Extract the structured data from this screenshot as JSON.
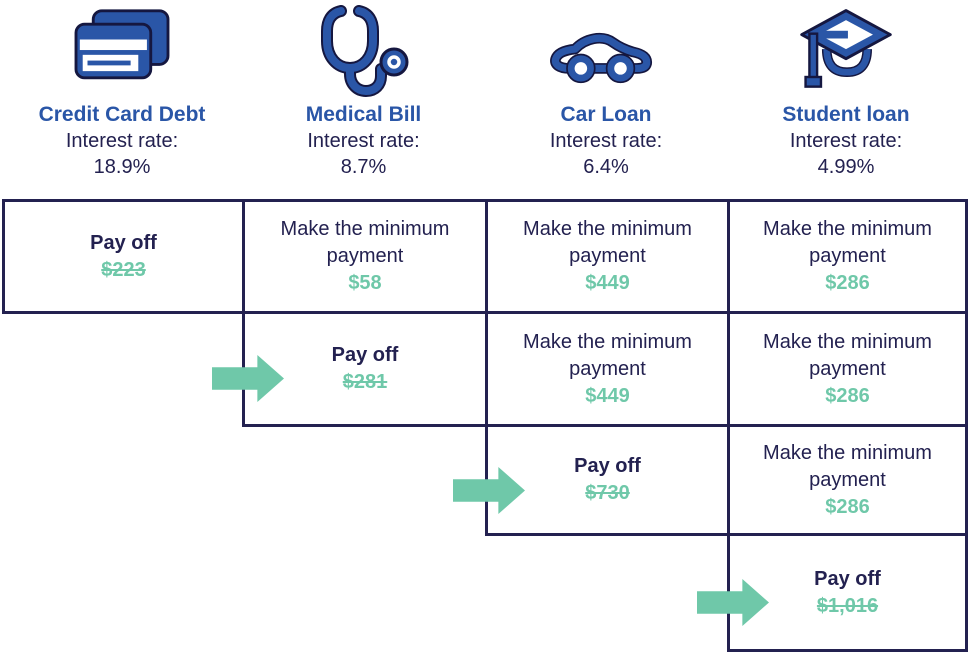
{
  "palette": {
    "blue": "#2A56A7",
    "navy": "#232150",
    "green": "#6FC8A9",
    "border": "#232150"
  },
  "columns": [
    {
      "icon": "credit-card-icon",
      "title": "Credit Card Debt",
      "interest_label": "Interest rate:",
      "rate": "18.9%"
    },
    {
      "icon": "stethoscope-icon",
      "title": "Medical Bill",
      "interest_label": "Interest rate:",
      "rate": "8.7%"
    },
    {
      "icon": "car-icon",
      "title": "Car Loan",
      "interest_label": "Interest rate:",
      "rate": "6.4%"
    },
    {
      "icon": "graduation-cap-icon",
      "title": "Student loan",
      "interest_label": "Interest rate:",
      "rate": "4.99%"
    }
  ],
  "rows": [
    {
      "cells": [
        {
          "action": "Pay off",
          "amount": "$223",
          "type": "payoff"
        },
        {
          "action": "Make the minimum payment",
          "amount": "$58",
          "type": "minimum"
        },
        {
          "action": "Make the minimum payment",
          "amount": "$449",
          "type": "minimum"
        },
        {
          "action": "Make the minimum payment",
          "amount": "$286",
          "type": "minimum"
        }
      ]
    },
    {
      "cells": [
        {
          "action": "Pay off",
          "amount": "$281",
          "type": "payoff"
        },
        {
          "action": "Make the minimum payment",
          "amount": "$449",
          "type": "minimum"
        },
        {
          "action": "Make the minimum payment",
          "amount": "$286",
          "type": "minimum"
        }
      ]
    },
    {
      "cells": [
        {
          "action": "Pay off",
          "amount": "$730",
          "type": "payoff"
        },
        {
          "action": "Make the minimum payment",
          "amount": "$286",
          "type": "minimum"
        }
      ]
    },
    {
      "cells": [
        {
          "action": "Pay off",
          "amount": "$1,016",
          "type": "payoff"
        }
      ]
    }
  ]
}
